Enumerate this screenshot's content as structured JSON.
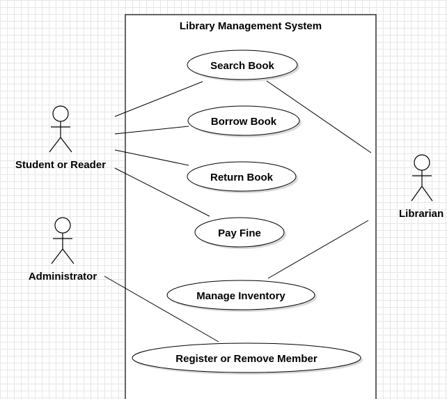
{
  "system": {
    "title": "Library Management System"
  },
  "actors": {
    "student": "Student or Reader",
    "administrator": "Administrator",
    "librarian": "Librarian"
  },
  "use_cases": {
    "search_book": "Search Book",
    "borrow_book": "Borrow Book",
    "return_book": "Return Book",
    "pay_fine": "Pay Fine",
    "manage_inventory": "Manage Inventory",
    "register_member": "Register or Remove Member"
  }
}
